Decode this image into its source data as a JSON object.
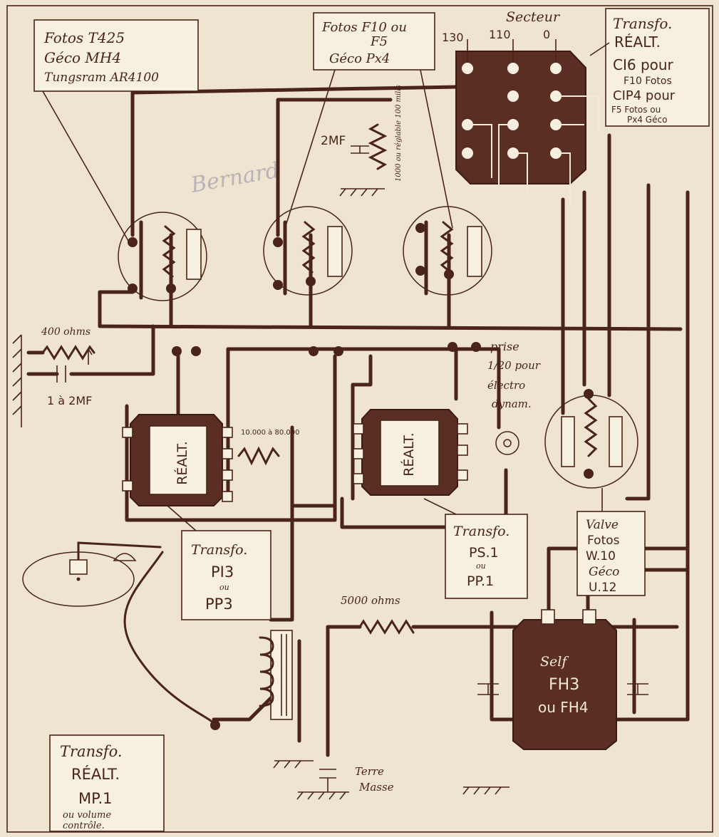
{
  "diagram": {
    "labels": {
      "tube1": [
        "Fotos T425",
        "Géco MH4",
        "Tungsram AR4100"
      ],
      "tube23": [
        "Fotos F10 ou",
        "F5",
        "Géco Px4"
      ],
      "secteur": "Secteur",
      "taps": [
        "130",
        "110",
        "0"
      ],
      "transfo_alim": [
        "Transfo.",
        "RÉALT.",
        "CI6 pour",
        "F10 Fotos",
        "CIP4 pour",
        "F5 Fotos ou",
        "Px4 Géco"
      ],
      "cap_2mf": "2MF",
      "pot_note": "1000 ou réglable 100 mills",
      "signature": "Bernard",
      "res_400": "400 ohms",
      "cap_1a2": "1 à 2MF",
      "res_10000": "10.000 à 80.000",
      "prise": [
        "prise",
        "1/20 pour",
        "électro",
        "dynam."
      ],
      "realt": "RÉALT.",
      "transfo_pi3": [
        "Transfo.",
        "PI3",
        "ou",
        "PP3"
      ],
      "transfo_ps1": [
        "Transfo.",
        "PS.1",
        "ou",
        "PP.1"
      ],
      "valve": [
        "Valve",
        "Fotos",
        "W.10",
        "Géco",
        "U.12"
      ],
      "res_5000": "5000 ohms",
      "self": [
        "Self",
        "FH3",
        "ou FH4"
      ],
      "transfo_mp1": [
        "Transfo.",
        "RÉALT.",
        "MP.1",
        "ou volume",
        "contrôle."
      ],
      "terre": [
        "Terre",
        "Masse"
      ]
    },
    "colors": {
      "ink": "#4a2418",
      "paper": "#efe4cf",
      "component_fill": "#5a2e22"
    }
  }
}
